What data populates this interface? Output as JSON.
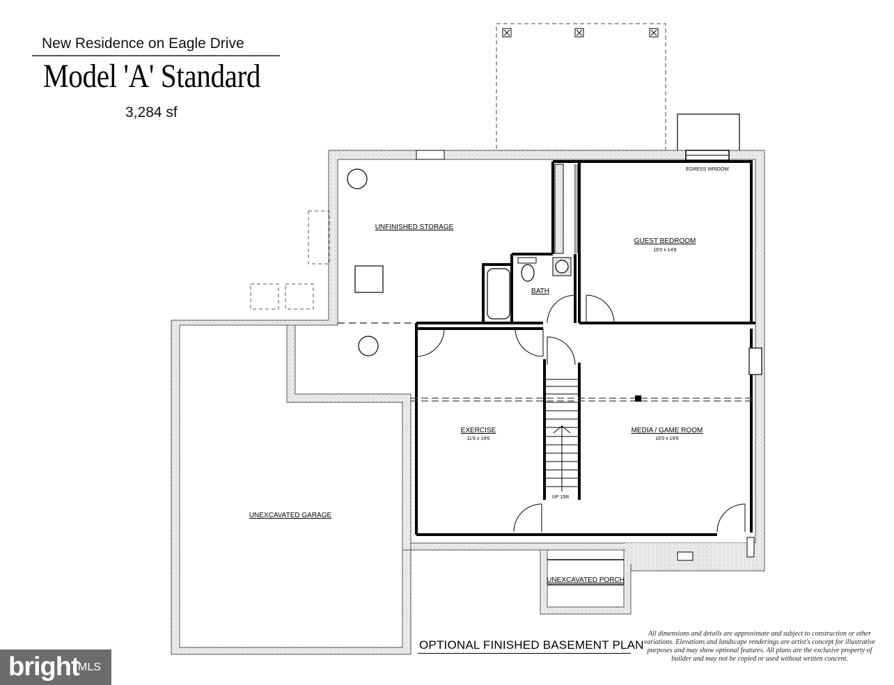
{
  "header": {
    "subtitle": "New Residence on Eagle Drive",
    "title": "Model 'A' Standard",
    "area": "3,284 sf"
  },
  "rooms": {
    "storage": {
      "name": "UNFINISHED STORAGE"
    },
    "guest": {
      "name": "GUEST BEDROOM",
      "size": "16'0 x 14'8"
    },
    "egress": {
      "name": "EGRESS WINDOW"
    },
    "bath": {
      "name": "BATH"
    },
    "exercise": {
      "name": "EXERCISE",
      "size": "11'6 x 19'6"
    },
    "media": {
      "name": "MEDIA / GAME ROOM",
      "size": "16'0 x 19'6"
    },
    "garage": {
      "name": "UNEXCAVATED GARAGE"
    },
    "porch": {
      "name": "UNEXCAVATED PORCH"
    },
    "stairs": {
      "name": "UP 15R"
    }
  },
  "footer": {
    "plan_title": "OPTIONAL FINISHED BASEMENT PLAN",
    "disclaimer": "All dimensions and details are approximate and subject to construction or other variations.  Elevations and landscape renderings are artist's concept for illustrative purposes and may show optional features.  All plans are the exclusive property of builder and may not be copied or used without written concent."
  },
  "watermark": {
    "brand": "bright",
    "suffix": "MLS"
  },
  "colors": {
    "wall": "#000000",
    "foundation_fill": "#e6e6e6",
    "watermark_bg": "#6b6b6b",
    "watermark_accent": "#e0302a"
  }
}
